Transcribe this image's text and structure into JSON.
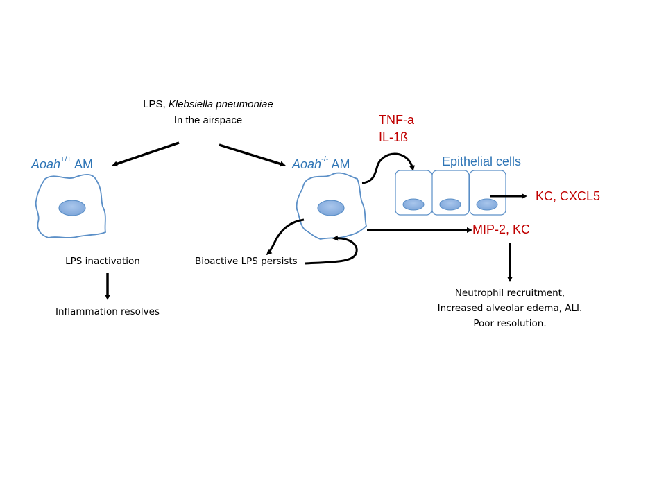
{
  "top_label": {
    "line1_prefix": "LPS, ",
    "line1_italic": "Klebsiella pneumoniae",
    "line2": "In the airspace"
  },
  "left_cell": {
    "gene": "Aoah",
    "genotype": "+/+",
    "suffix": " AM",
    "outcome1": "LPS inactivation",
    "outcome2": "Inflammation resolves"
  },
  "right_cell": {
    "gene": "Aoah",
    "genotype": "-/-",
    "suffix": " AM",
    "persist_label": "Bioactive LPS persists"
  },
  "cytokines_am": {
    "line1": "TNF-a",
    "line2": "IL-1ß"
  },
  "epithelium": {
    "label": "Epithelial cells",
    "cell_count": 3,
    "output": "KC, CXCL5"
  },
  "am_output": "MIP-2, KC",
  "final_outcome": {
    "line1": "Neutrophil recruitment,",
    "line2": "Increased alveolar edema, ALI.",
    "line3": "Poor resolution."
  },
  "colors": {
    "cell_outline": "#5b8fc7",
    "nucleus_fill": "#8eb4e3",
    "label_blue": "#2e75b6",
    "cytokine_red": "#c00000"
  }
}
